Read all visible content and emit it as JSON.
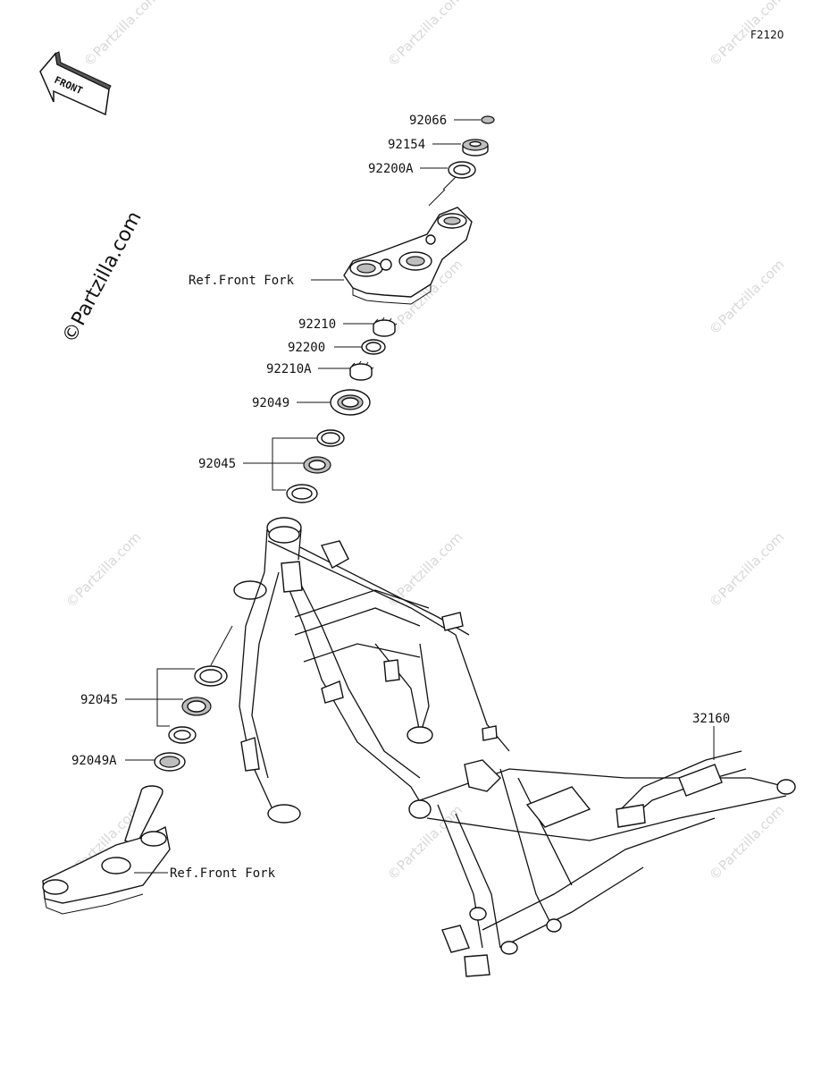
{
  "diagram_code": "F2120",
  "front_arrow_label": "FRONT",
  "logo_text": "©Partzilla.com",
  "watermark_text": "©Partzilla.com",
  "labels": {
    "p92066": "92066",
    "p92154": "92154",
    "p92200A": "92200A",
    "ref_fork_top": "Ref.Front Fork",
    "p92210": "92210",
    "p92200": "92200",
    "p92210A": "92210A",
    "p92049": "92049",
    "p92045_upper": "92045",
    "p92045_lower": "92045",
    "p92049A": "92049A",
    "ref_fork_bottom": "Ref.Front Fork",
    "p32160": "32160"
  }
}
